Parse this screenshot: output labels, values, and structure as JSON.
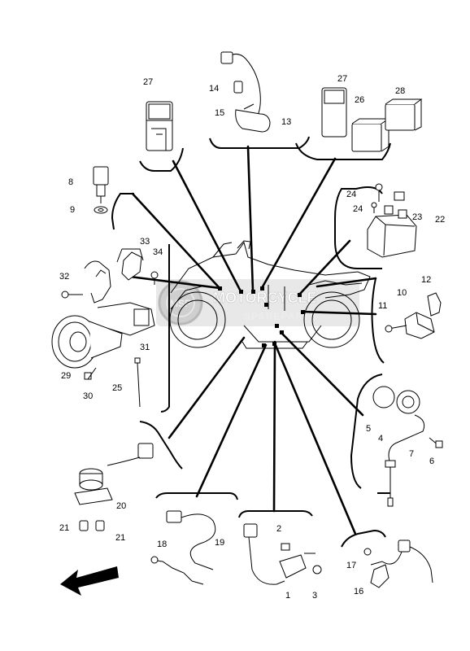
{
  "watermark": {
    "line1": "MOTORCYCLE",
    "line2": "SPAREPARTS",
    "logo_letters": "MSP",
    "color": "#c8c8c8"
  },
  "line_color": "#000000",
  "callouts": [
    "1",
    "2",
    "3",
    "4",
    "5",
    "6",
    "7",
    "8",
    "9",
    "10",
    "11",
    "12",
    "13",
    "14",
    "15",
    "16",
    "17",
    "18",
    "19",
    "20",
    "21",
    "21",
    "22",
    "23",
    "24",
    "24",
    "25",
    "26",
    "27",
    "27",
    "28",
    "29",
    "30",
    "31",
    "32",
    "33",
    "34"
  ],
  "icons": [
    "front-direction-arrow-icon",
    "motorcycle-silhouette-icon",
    "horn-icon",
    "relay-icon",
    "sensor-icon",
    "connector-icon",
    "bolt-icon",
    "bracket-icon",
    "cable-tie-icon"
  ]
}
